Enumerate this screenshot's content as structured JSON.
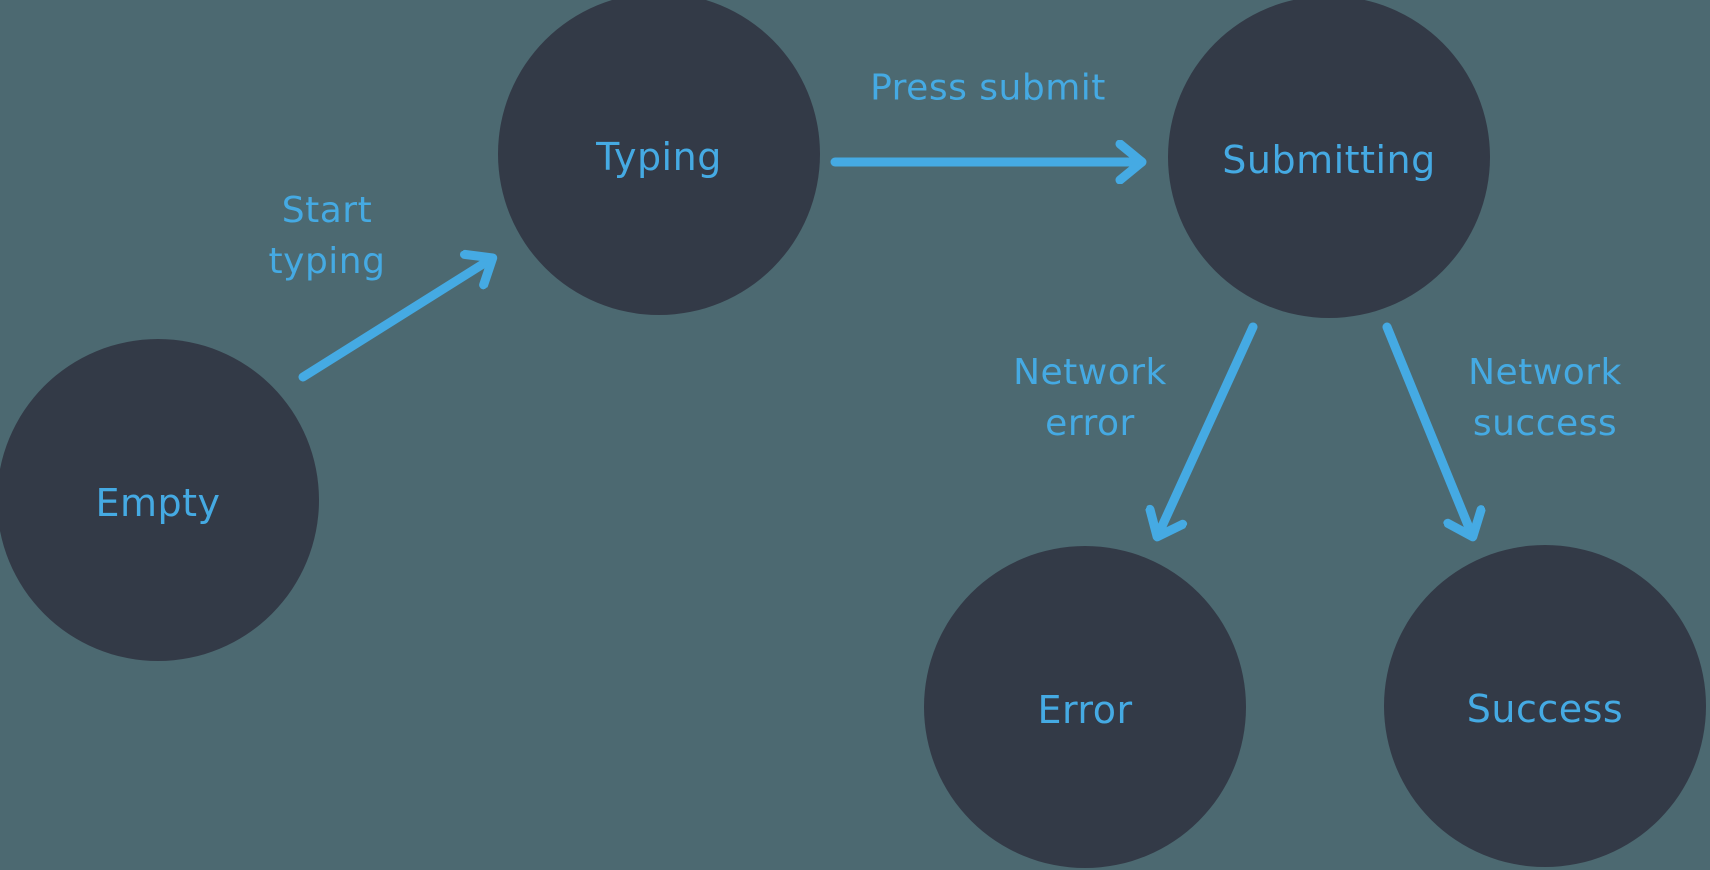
{
  "diagram": {
    "colors": {
      "background": "#4C6971",
      "node_fill": "#333A47",
      "accent": "#45AAE3"
    },
    "nodes": [
      {
        "id": "empty",
        "label": "Empty"
      },
      {
        "id": "typing",
        "label": "Typing"
      },
      {
        "id": "submitting",
        "label": "Submitting"
      },
      {
        "id": "error",
        "label": "Error"
      },
      {
        "id": "success",
        "label": "Success"
      }
    ],
    "edges": [
      {
        "id": "start-typing",
        "from": "empty",
        "to": "typing",
        "label": "Start typing",
        "label_lines": [
          "Start",
          "typing"
        ]
      },
      {
        "id": "press-submit",
        "from": "typing",
        "to": "submitting",
        "label": "Press submit",
        "label_lines": [
          "Press submit"
        ]
      },
      {
        "id": "network-error",
        "from": "submitting",
        "to": "error",
        "label": "Network error",
        "label_lines": [
          "Network",
          "error"
        ]
      },
      {
        "id": "network-success",
        "from": "submitting",
        "to": "success",
        "label": "Network success",
        "label_lines": [
          "Network",
          "success"
        ]
      }
    ]
  }
}
